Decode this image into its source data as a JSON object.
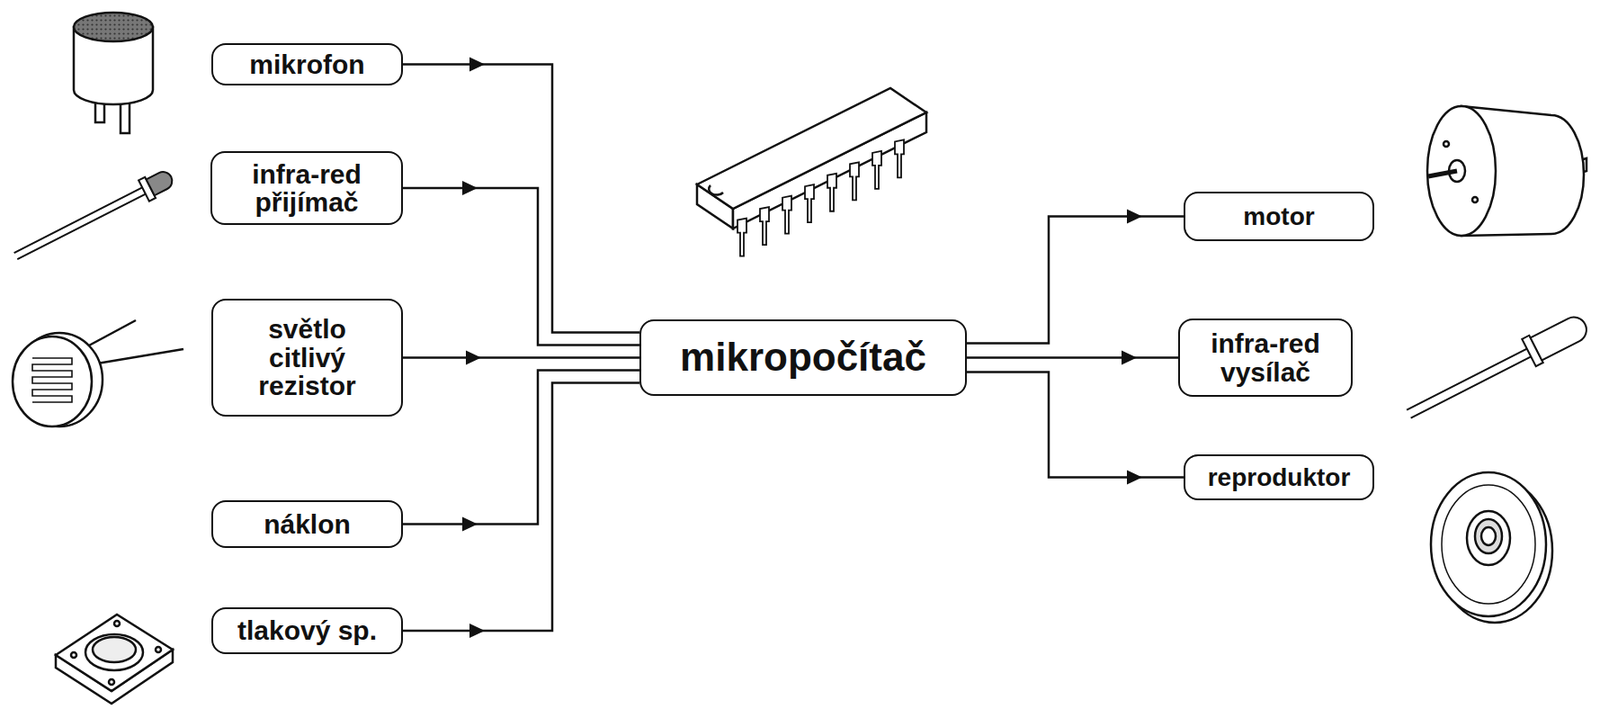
{
  "diagram": {
    "nodes": [
      {
        "text": [
          "mikrofon"
        ]
      },
      {
        "text": [
          "infra-red přijímač"
        ]
      },
      {
        "text": [
          "světlo citlivý rezistor"
        ]
      },
      {
        "text": [
          "náklon"
        ]
      },
      {
        "text": [
          "tlakový sp."
        ]
      },
      {
        "text": [
          "mikropočítač"
        ]
      },
      {
        "text": [
          "motor"
        ]
      },
      {
        "text": [
          "infra-red vysílač"
        ]
      },
      {
        "text": [
          "reproduktor"
        ]
      }
    ],
    "edges": [
      {
        "from": 0,
        "to": 5,
        "arrow": "to"
      },
      {
        "from": 1,
        "to": 5,
        "arrow": "to"
      },
      {
        "from": 2,
        "to": 5,
        "arrow": "to"
      },
      {
        "from": 3,
        "to": 5,
        "arrow": "to"
      },
      {
        "from": 4,
        "to": 5,
        "arrow": "to"
      },
      {
        "from": 5,
        "to": 6,
        "arrow": "to"
      },
      {
        "from": 5,
        "to": 7,
        "arrow": "to"
      },
      {
        "from": 5,
        "to": 8,
        "arrow": "to"
      }
    ]
  }
}
